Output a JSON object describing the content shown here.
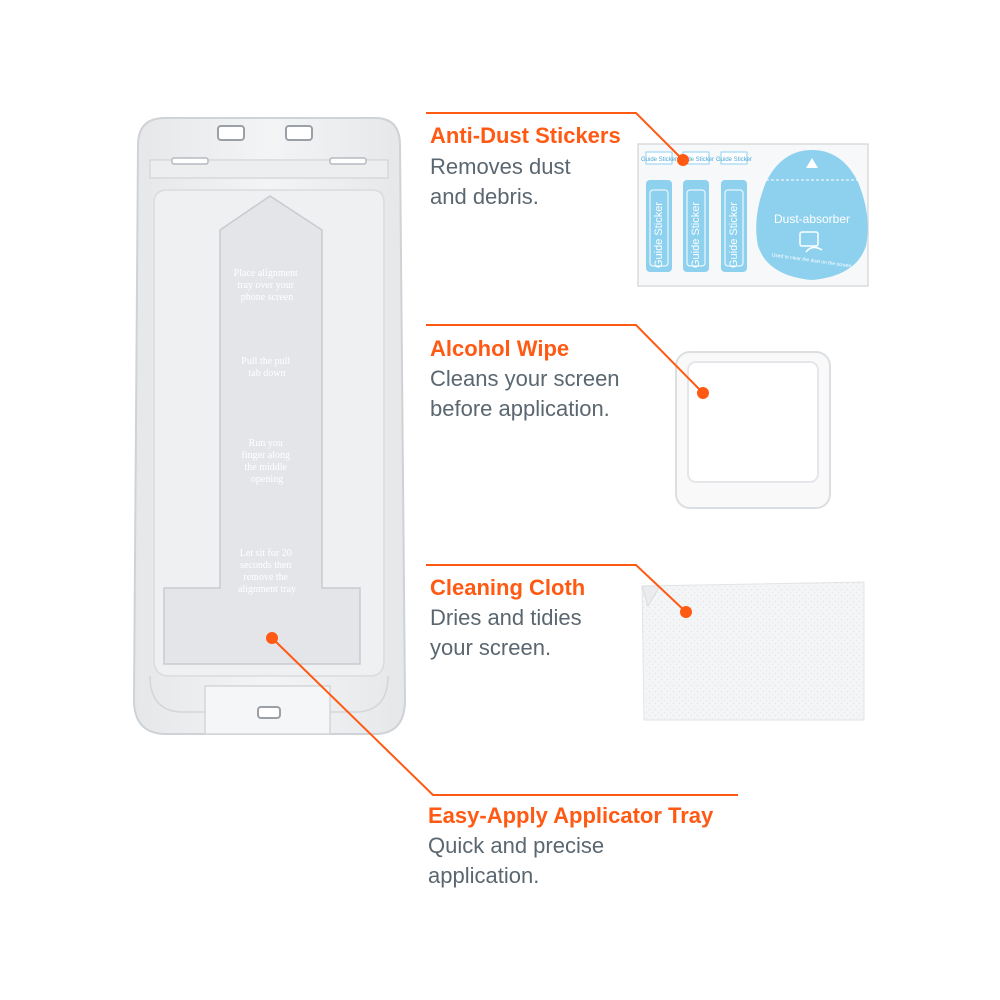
{
  "colors": {
    "accent": "#ff5a14",
    "text": "#5b6770",
    "sticker_blue": "#8dd1ee"
  },
  "callouts": [
    {
      "id": "anti-dust-stickers",
      "title": "Anti-Dust Stickers",
      "description": [
        "Removes dust",
        "and debris."
      ]
    },
    {
      "id": "alcohol-wipe",
      "title": "Alcohol Wipe",
      "description": [
        "Cleans your screen",
        "before application."
      ]
    },
    {
      "id": "cleaning-cloth",
      "title": "Cleaning Cloth",
      "description": [
        "Dries and tidies",
        "your screen."
      ]
    },
    {
      "id": "applicator-tray",
      "title": "Easy-Apply Applicator Tray",
      "description": [
        "Quick and precise",
        "application."
      ]
    }
  ],
  "tray": {
    "instructions": [
      [
        "Place alignment",
        "tray over your",
        "phone screen"
      ],
      [
        "Pull the pull",
        "tab down"
      ],
      [
        "Run you",
        "finger along",
        "the middle",
        "opening"
      ],
      [
        "Let sit for 20",
        "seconds then",
        "remove the",
        "alignment tray"
      ]
    ]
  },
  "sticker_sheet": {
    "guide_header": "Guide Sticker",
    "guide_label": "Guide Sticker",
    "round_label": "Dust-absorber",
    "round_caption": "Used to clear the dust on the screen."
  }
}
